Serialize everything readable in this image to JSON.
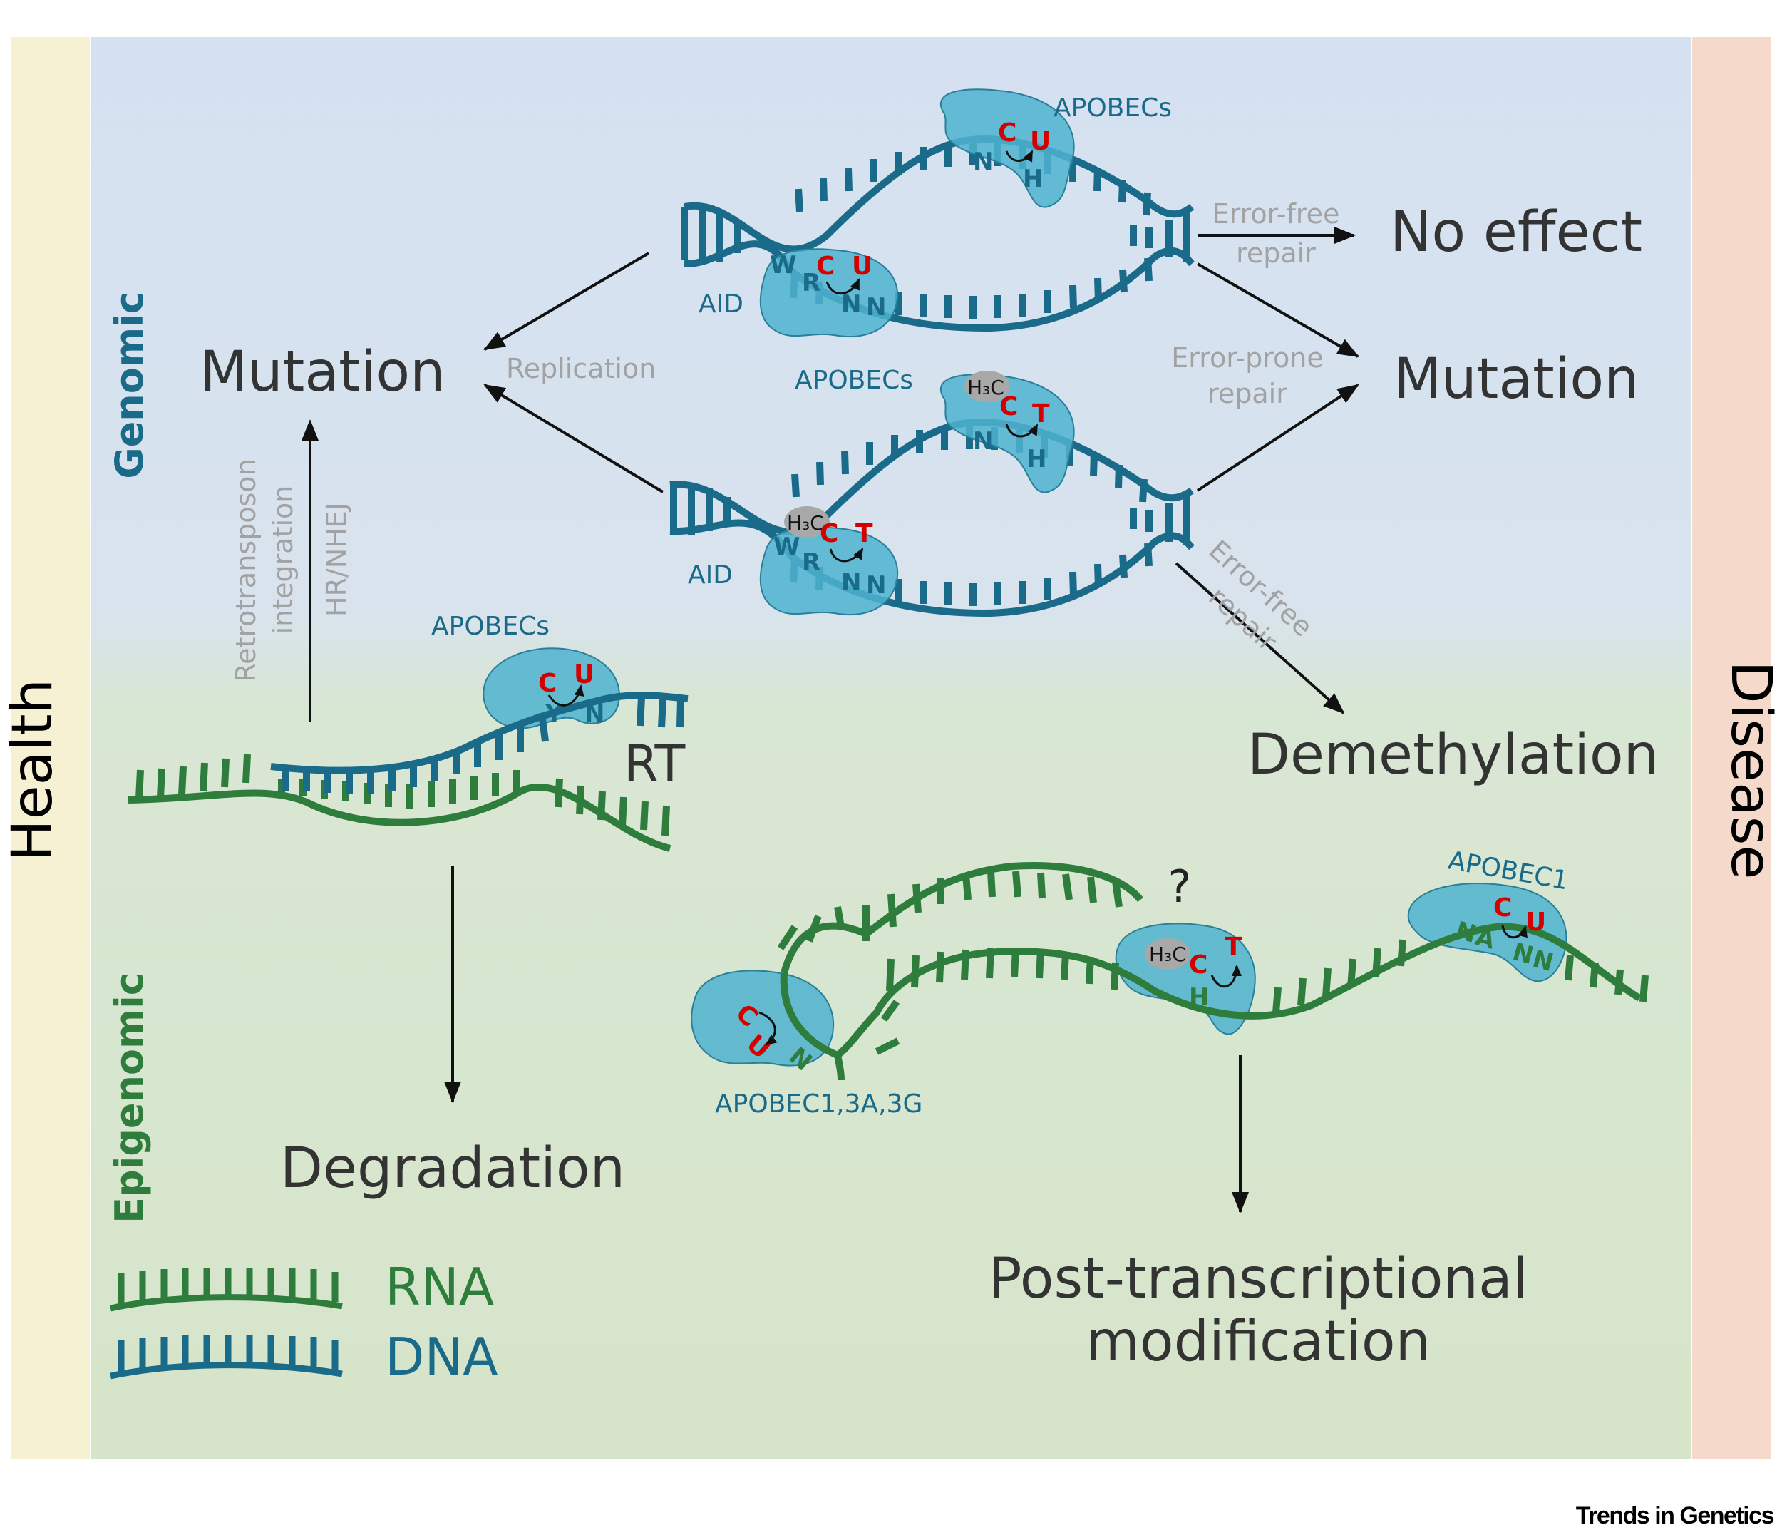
{
  "colors": {
    "dna": "#1a6a8a",
    "rna": "#2e7d3d",
    "protein": "#4fb3cf",
    "edit": "#d40000",
    "muted": "#a2a2a2",
    "dark": "#333333"
  },
  "side_labels": {
    "left": "Health",
    "right": "Disease"
  },
  "region_labels": {
    "top": "Genomic",
    "bottom": "Epigenomic"
  },
  "outcomes": {
    "mutation_left": "Mutation",
    "no_effect": "No effect",
    "mutation_right": "Mutation",
    "demethylation": "Demethylation",
    "degradation": "Degradation",
    "post_transcriptional_1": "Post-transcriptional",
    "post_transcriptional_2": "modification"
  },
  "arrow_labels": {
    "replication": "Replication",
    "error_free_1": "Error-free",
    "error_free_2": "repair",
    "error_prone_1": "Error-prone",
    "error_prone_2": "repair",
    "retro_1": "Retrotransposon",
    "retro_2": "integration",
    "hr_nhej": "HR/NHEJ",
    "error_free_diag_1": "Error-free",
    "error_free_diag_2": "repair"
  },
  "enzymes": {
    "apobecs_top": "APOBECs",
    "aid_top": "AID",
    "apobecs_mid": "APOBECs",
    "aid_bottom": "AID",
    "apobecs_rt": "APOBECs",
    "apobec1_3a_3g": "APOBEC1,3A,3G",
    "apobec1": "APOBEC1"
  },
  "bases": {
    "c": "C",
    "u": "U",
    "t": "T",
    "methyl": "H₃C",
    "n": "N",
    "h": "H",
    "w": "W",
    "r": "R",
    "y": "Y",
    "a": "A"
  },
  "misc": {
    "rt": "RT",
    "question": "?"
  },
  "legend": {
    "rna": "RNA",
    "dna": "DNA"
  },
  "footer": "Trends in Genetics"
}
